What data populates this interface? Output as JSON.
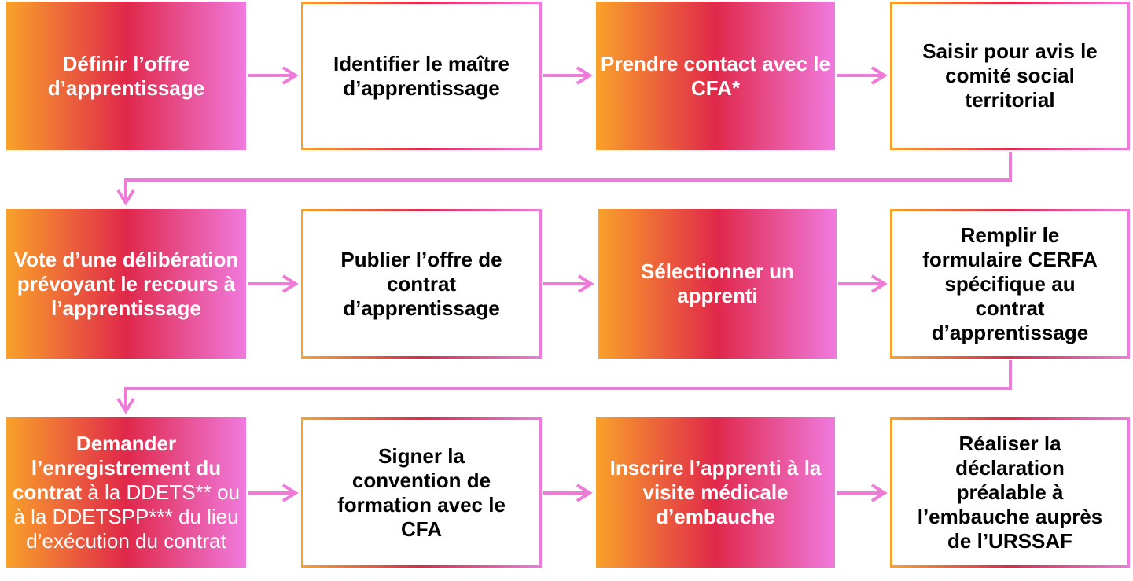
{
  "steps": [
    {
      "label": "Définir l’offre d’apprentissage"
    },
    {
      "label": "Identifier le maître d’apprentissage"
    },
    {
      "label": "Prendre contact avec le CFA*"
    },
    {
      "label": "Saisir pour avis le comité social territorial"
    },
    {
      "label": "Vote d’une délibération prévoyant le recours à l’apprentissage"
    },
    {
      "label": "Publier l’offre de contrat d’apprentissage"
    },
    {
      "label": "Sélectionner un apprenti"
    },
    {
      "label": "Remplir le formulaire CERFA spécifique au contrat d’apprentissage"
    },
    {
      "label_bold": "Demander l’enregistrement du contrat",
      "label_rest": " à la DDETS** ou à la DDETSPP*** du lieu d’exécution du contrat"
    },
    {
      "label": "Signer la convention de formation avec le CFA"
    },
    {
      "label": "Inscrire l’apprenti à la visite médicale d’embauche"
    },
    {
      "label": "Réaliser la déclaration préalable à l’embauche auprès de l’URSSAF"
    }
  ],
  "colors": {
    "orange": "#f9a12a",
    "red": "#e0284a",
    "pink": "#f07ade",
    "arrow": "#ee7bd8"
  }
}
